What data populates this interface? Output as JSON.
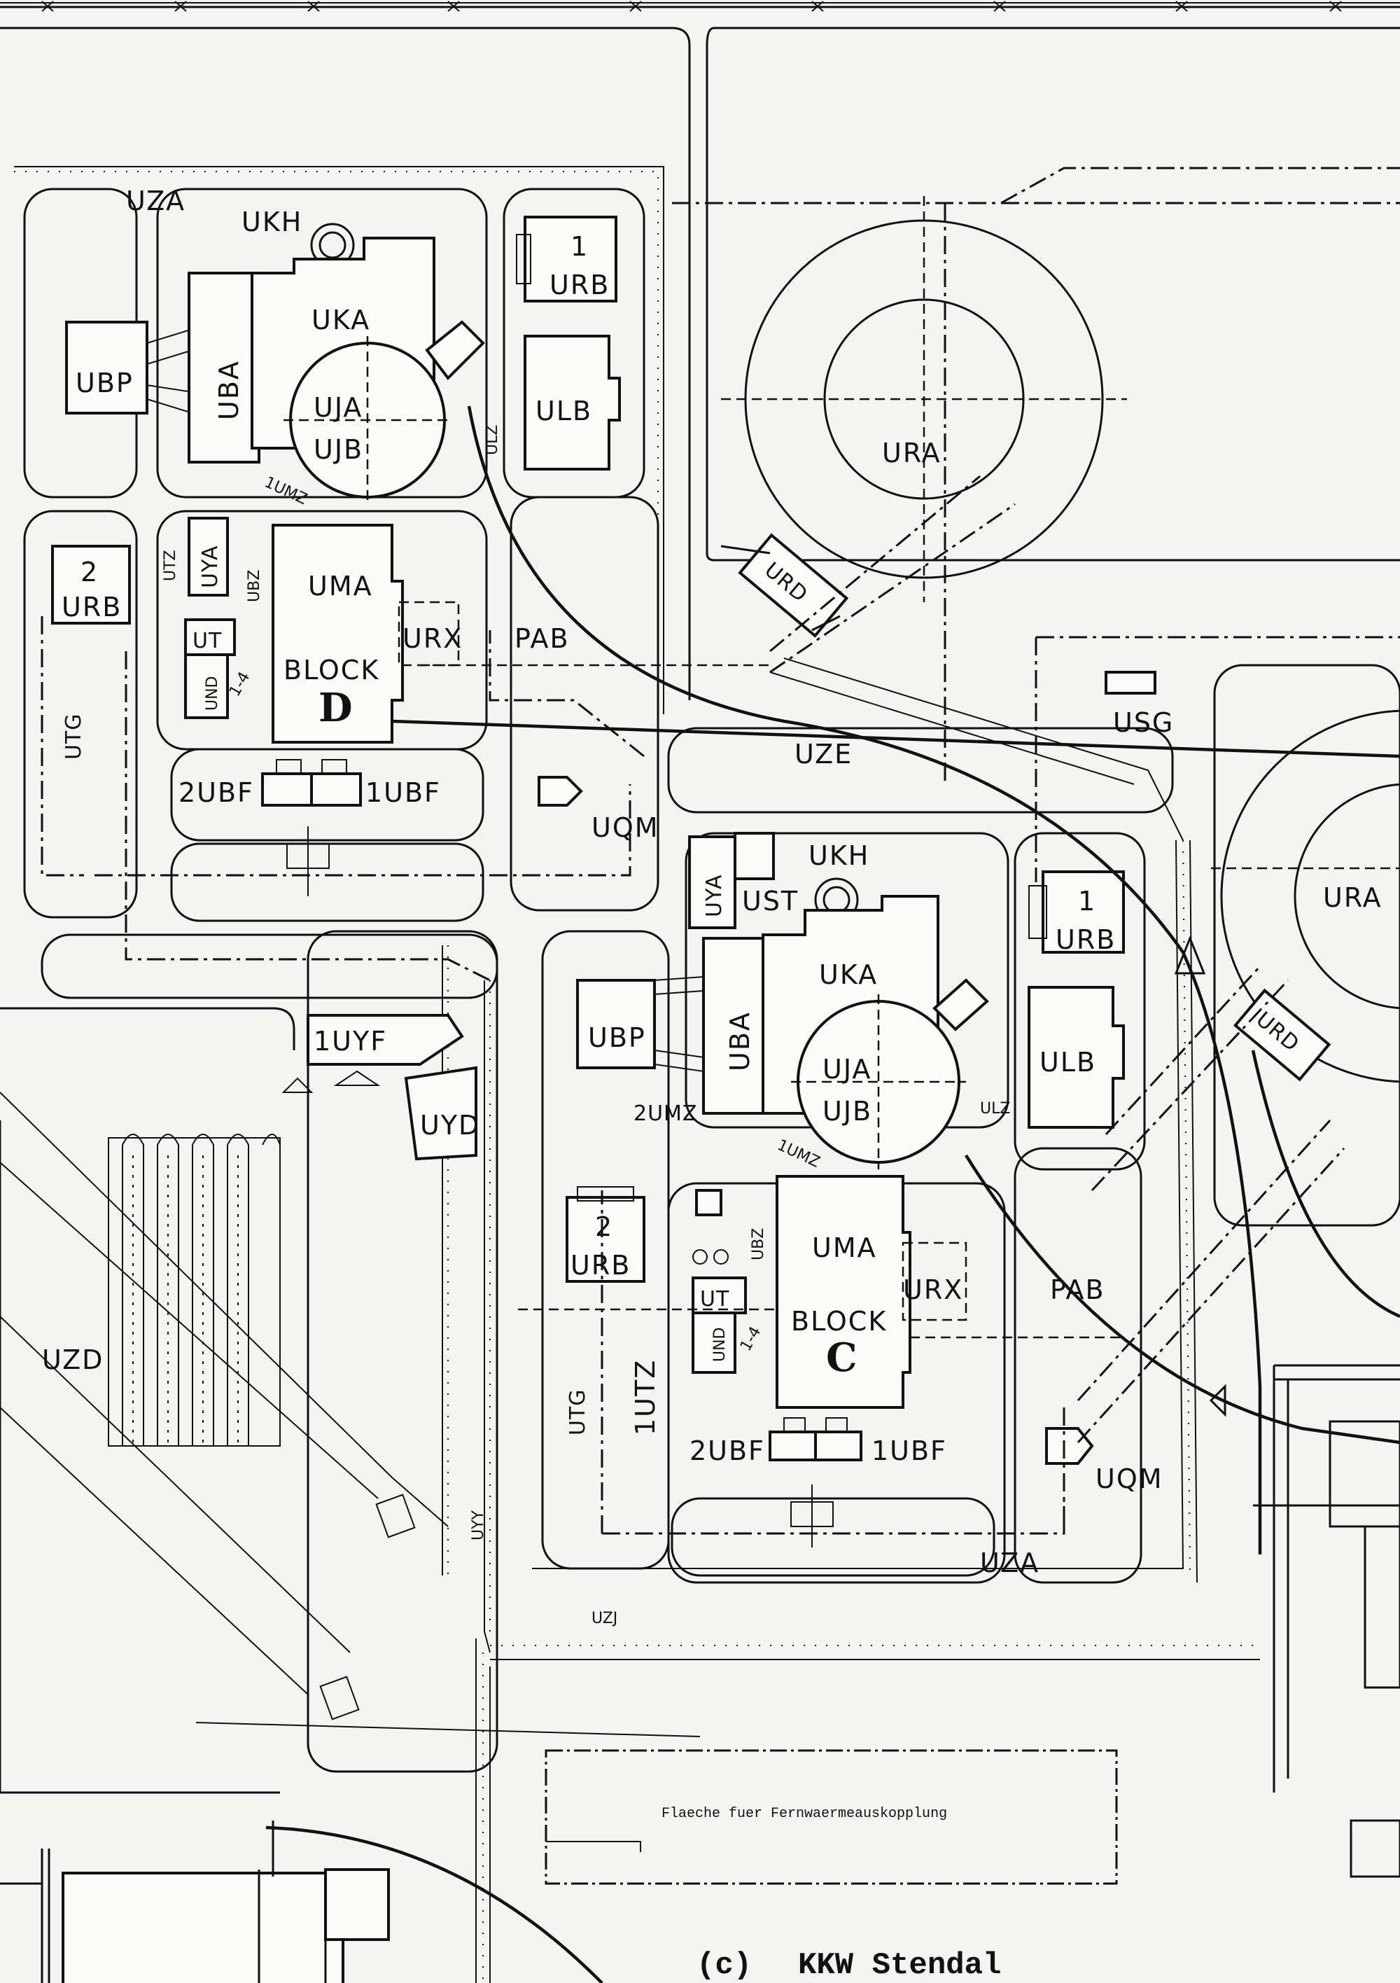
{
  "caption": {
    "copyright": "(c)",
    "site": "KKW Stendal"
  },
  "area_note": "Flaeche fuer Fernwaermeauskopplung",
  "block_d": {
    "block_word": "BLOCK",
    "block_letter": "D",
    "labels": {
      "uza": "UZA",
      "ukh": "UKH",
      "uka": "UKA",
      "uba": "UBA",
      "ubp": "UBP",
      "uja": "UJA",
      "ujb": "UJB",
      "ulz": "ULZ",
      "urb1_num": "1",
      "urb1": "URB",
      "ulb": "ULB",
      "ura": "URA",
      "urd": "URD",
      "urb2_num": "2",
      "urb2": "URB",
      "uya": "UYA",
      "utz": "UTZ",
      "ubz": "UBZ",
      "uma": "UMA",
      "urx": "URX",
      "pab": "PAB",
      "ut": "UT",
      "und": "UND",
      "utg": "UTG",
      "ubf2": "2UBF",
      "ubf1": "1UBF",
      "uqm": "UQM",
      "umz": "1UMZ",
      "step": "1-4"
    }
  },
  "block_c": {
    "block_word": "BLOCK",
    "block_letter": "C",
    "labels": {
      "ukh": "UKH",
      "uya": "UYA",
      "ust": "UST",
      "uka": "UKA",
      "uba": "UBA",
      "ubp": "UBP",
      "uja": "UJA",
      "ujb": "UJB",
      "ulz": "ULZ",
      "umz2": "2UMZ",
      "umz1": "1UMZ",
      "urb1_num": "1",
      "urb1": "URB",
      "ulb": "ULB",
      "ura": "URA",
      "urd": "URD",
      "urb2_num": "2",
      "urb2": "URB",
      "ubz": "UBZ",
      "uma": "UMA",
      "urx": "URX",
      "pab": "PAB",
      "ut": "UT",
      "und": "UND",
      "utg": "UTG",
      "utz": "1UTZ",
      "ubf2": "2UBF",
      "ubf1": "1UBF",
      "uqm": "UQM",
      "uza": "UZA",
      "step": "1-4"
    }
  },
  "site_labels": {
    "usg": "USG",
    "uze": "UZE",
    "uyf": "1UYF",
    "uyd": "UYD",
    "uzd": "UZD",
    "uyy": "UYY",
    "uzj": "UZJ"
  }
}
